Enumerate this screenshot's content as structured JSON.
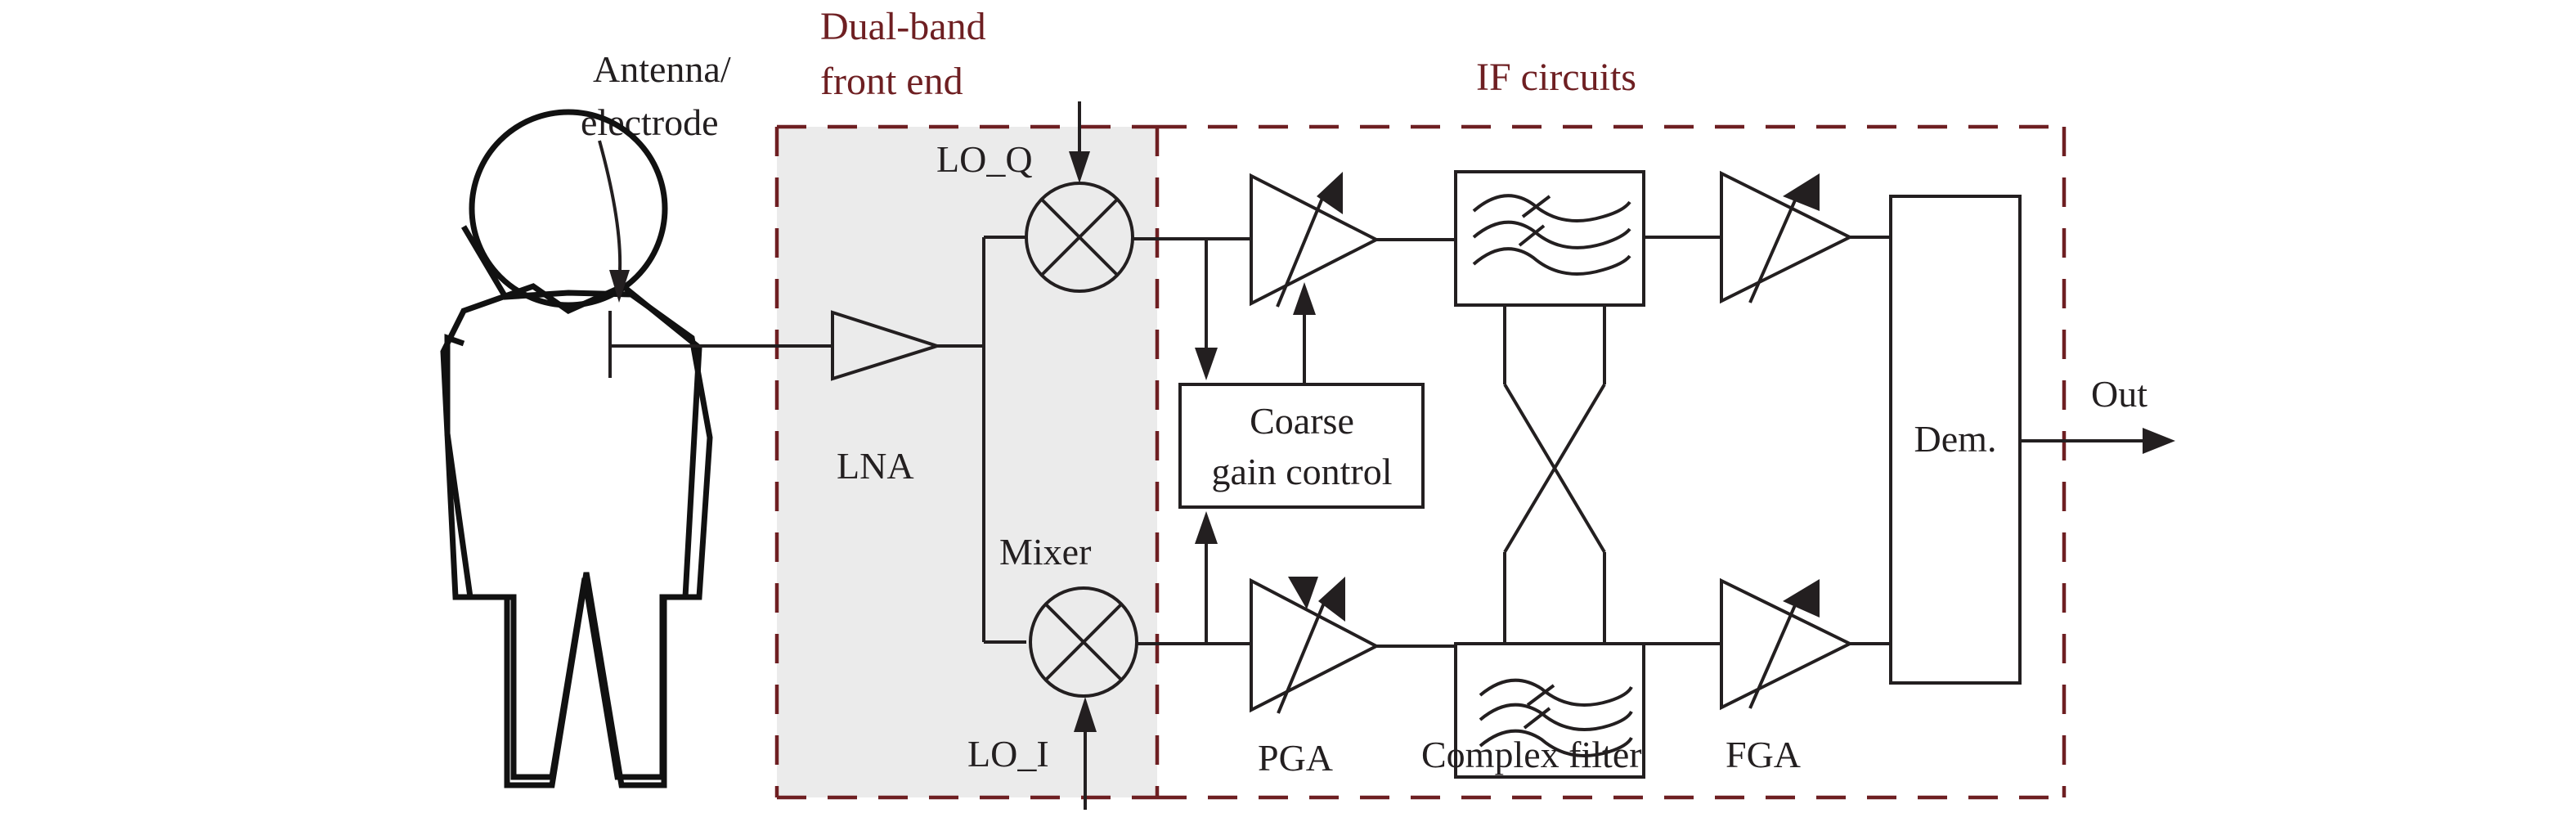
{
  "diagram": {
    "type": "block-diagram",
    "colors": {
      "line": "#231f20",
      "group_title": "#6e1f22",
      "front_end_fill": "#ebebeb",
      "background": "#ffffff"
    },
    "groups": {
      "front_end": {
        "title_line1": "Dual-band",
        "title_line2": "front end"
      },
      "if_circuits": {
        "title": "IF circuits"
      }
    },
    "labels": {
      "antenna_line1": "Antenna/",
      "antenna_line2": "electrode",
      "lna": "LNA",
      "mixer": "Mixer",
      "lo_q": "LO_Q",
      "lo_i": "LO_I",
      "coarse_line1": "Coarse",
      "coarse_line2": "gain control",
      "pga": "PGA",
      "complex_filter": "Complex filter",
      "fga": "FGA",
      "dem": "Dem.",
      "out": "Out"
    },
    "blocks": [
      "human-body",
      "antenna-electrode",
      "LNA",
      "mixer-Q",
      "mixer-I",
      "PGA-Q",
      "PGA-I",
      "coarse-gain-control",
      "complex-filter-Q",
      "complex-filter-I",
      "FGA-Q",
      "FGA-I",
      "demodulator"
    ],
    "connections": [
      [
        "antenna-electrode",
        "LNA"
      ],
      [
        "LNA",
        "mixer-Q"
      ],
      [
        "LNA",
        "mixer-I"
      ],
      [
        "mixer-Q",
        "PGA-Q"
      ],
      [
        "mixer-I",
        "PGA-I"
      ],
      [
        "mixer-Q",
        "coarse-gain-control"
      ],
      [
        "mixer-I",
        "coarse-gain-control"
      ],
      [
        "coarse-gain-control",
        "PGA-Q"
      ],
      [
        "coarse-gain-control",
        "PGA-I"
      ],
      [
        "PGA-Q",
        "complex-filter-Q"
      ],
      [
        "PGA-I",
        "complex-filter-I"
      ],
      [
        "complex-filter-Q",
        "complex-filter-I"
      ],
      [
        "complex-filter-Q",
        "FGA-Q"
      ],
      [
        "complex-filter-I",
        "FGA-I"
      ],
      [
        "FGA-Q",
        "demodulator"
      ],
      [
        "FGA-I",
        "demodulator"
      ],
      [
        "demodulator",
        "Out"
      ]
    ]
  }
}
